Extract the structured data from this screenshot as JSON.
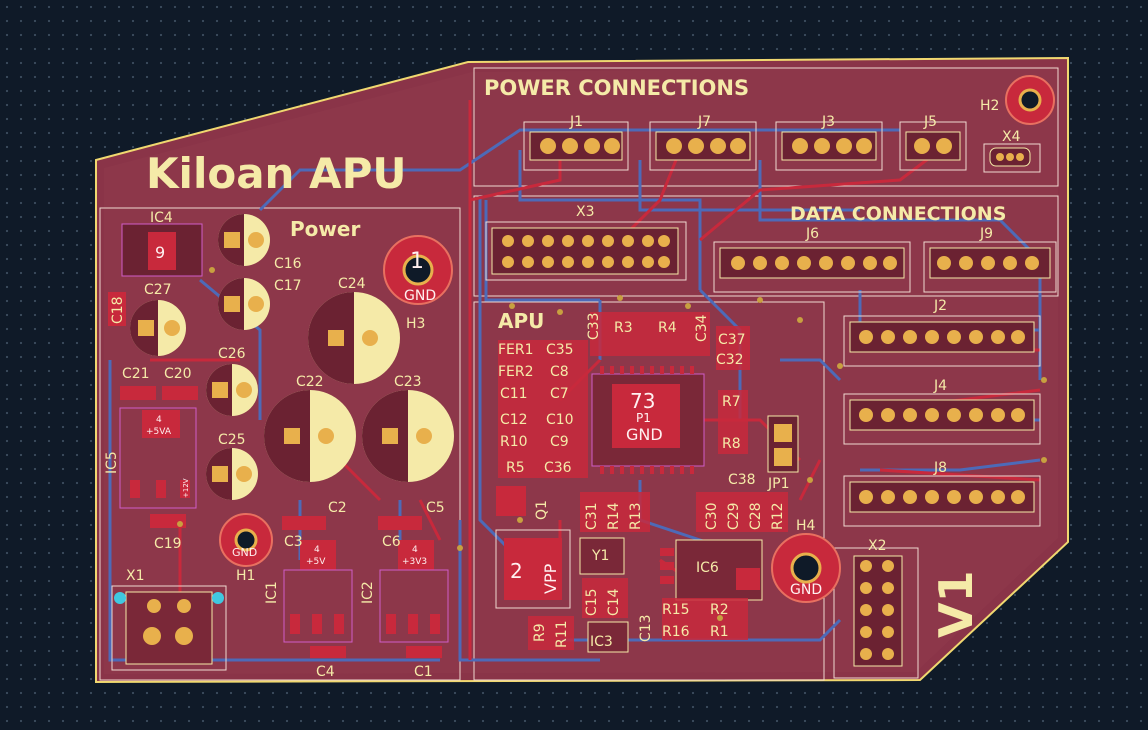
{
  "board": {
    "title": "Kiloan APU",
    "version": "V1"
  },
  "sections": {
    "power_connections": "POWER CONNECTIONS",
    "data_connections": "DATA CONNECTIONS",
    "power": "Power",
    "apu": "APU"
  },
  "connectors": {
    "j1": "J1",
    "j7": "J7",
    "j3": "J3",
    "j5": "J5",
    "x4": "X4",
    "h2": "H2",
    "x3": "X3",
    "j6": "J6",
    "j9": "J9",
    "j2": "J2",
    "j4": "J4",
    "j8": "J8",
    "x2": "X2",
    "x1": "X1",
    "h1": "H1",
    "h3": "H3",
    "h4": "H4",
    "jp1": "JP1"
  },
  "power_parts": {
    "ic4": "IC4",
    "ic5": "IC5",
    "ic1": "IC1",
    "ic2": "IC2",
    "c16": "C16",
    "c17": "C17",
    "c18": "C18",
    "c24": "C24",
    "c27": "C27",
    "c26": "C26",
    "c22": "C22",
    "c23": "C23",
    "c21": "C21",
    "c20": "C20",
    "c25": "C25",
    "c19": "C19",
    "c2": "C2",
    "c5": "C5",
    "c3": "C3",
    "c6": "C6",
    "c4": "C4",
    "c1": "C1"
  },
  "apu_parts": {
    "fer1": "FER1",
    "fer2": "FER2",
    "c35": "C35",
    "c8": "C8",
    "c11": "C11",
    "c7": "C7",
    "c12": "C12",
    "c10": "C10",
    "r10": "R10",
    "c9": "C9",
    "r5": "R5",
    "c36": "C36",
    "c33": "C33",
    "r3": "R3",
    "r4": "R4",
    "c34": "C34",
    "c37": "C37",
    "c32": "C32",
    "r7": "R7",
    "r8": "R8",
    "c38": "C38",
    "p1": "P1",
    "q1": "Q1",
    "c31": "C31",
    "r14": "R14",
    "r13": "R13",
    "c30": "C30",
    "c29": "C29",
    "c28": "C28",
    "r12": "R12",
    "y1": "Y1",
    "c15": "C15",
    "c14": "C14",
    "ic6": "IC6",
    "r15": "R15",
    "r2": "R2",
    "r16": "R16",
    "r1": "R1",
    "r9": "R9",
    "r11": "R11",
    "ic3": "IC3",
    "c13": "C13"
  },
  "pads": {
    "p1_num": "73",
    "p1_net": "GND",
    "vpp_num": "2",
    "vpp_net": "VPP",
    "ic4_pad": "9",
    "mount_num": "1",
    "mount_net": "GND",
    "plus5va": "+5VA",
    "plus5v": "+5V",
    "plus3v3": "+3V3",
    "plus12v": "+12V",
    "four": "4"
  },
  "colors": {
    "background": "#0f1a28",
    "board_fill": "#8a3448",
    "copper_front": "#c8293c",
    "copper_back": "#4d6ab8",
    "silkscreen": "#f5eaa8",
    "courtyard": "#d05cc8"
  }
}
